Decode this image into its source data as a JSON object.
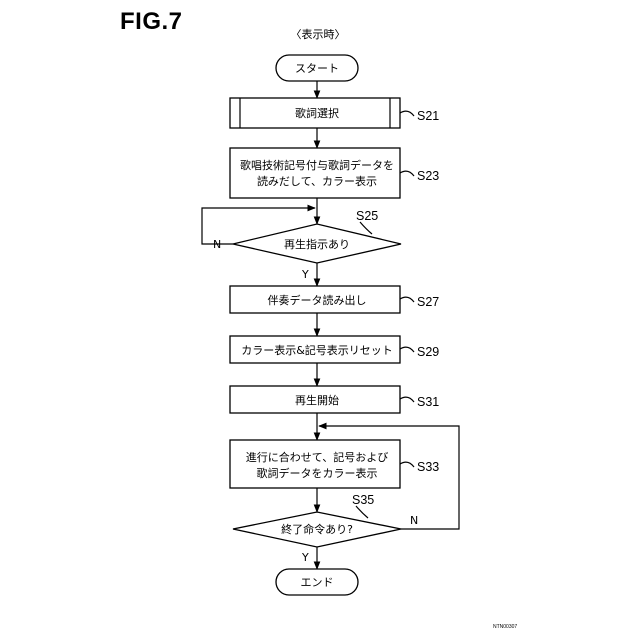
{
  "figure": {
    "title": "FIG.7",
    "subtitle": "〈表示時〉",
    "doc_code": "NTN00307"
  },
  "nodes": {
    "start": "スタート",
    "s21": "歌詞選択",
    "s23_line1": "歌唱技術記号付与歌詞データを",
    "s23_line2": "読みだして、カラー表示",
    "s25": "再生指示あり",
    "s27": "伴奏データ読み出し",
    "s29": "カラー表示&記号表示リセット",
    "s31": "再生開始",
    "s33_line1": "進行に合わせて、記号および",
    "s33_line2": "歌詞データをカラー表示",
    "s35": "終了命令あり?",
    "end": "エンド"
  },
  "step_labels": {
    "s21": "S21",
    "s23": "S23",
    "s25": "S25",
    "s27": "S27",
    "s29": "S29",
    "s31": "S31",
    "s33": "S33",
    "s35": "S35"
  },
  "branch_labels": {
    "s25_no": "N",
    "s25_yes": "Y",
    "s35_no": "N",
    "s35_yes": "Y"
  }
}
